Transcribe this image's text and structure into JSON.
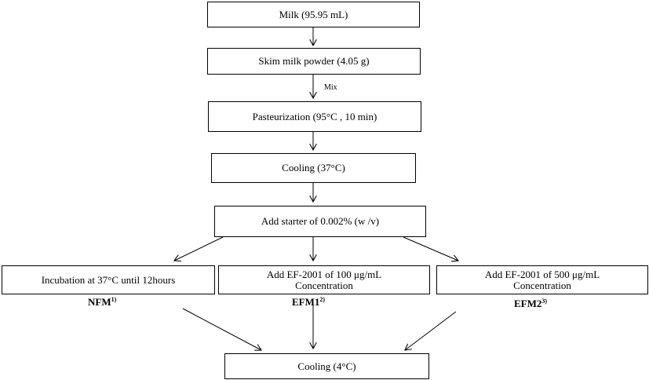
{
  "steps": {
    "milk": "Milk  (95.95 mL)",
    "skim_milk": "Skim milk powder (4.05 g)",
    "mix_label": "Mix",
    "pasteurization": "Pasteurization  (95°C , 10 min)",
    "cooling_37": "Cooling (37°C)",
    "add_starter": "Add starter of  0.002% (w /v)",
    "incubation": "Incubation at 37°C until 12hours",
    "ef_100": "Add EF-2001 of 100 μg/mL Concentration",
    "ef_500": "Add EF-2001 of 500 μg/mL Concentration",
    "cooling_4": "Cooling (4°C)"
  },
  "groups": {
    "nfm": {
      "name": "NFM",
      "note": "1)"
    },
    "efm1": {
      "name": "EFM1",
      "note": "2)"
    },
    "efm2": {
      "name": "EFM2",
      "note": "3)"
    }
  }
}
